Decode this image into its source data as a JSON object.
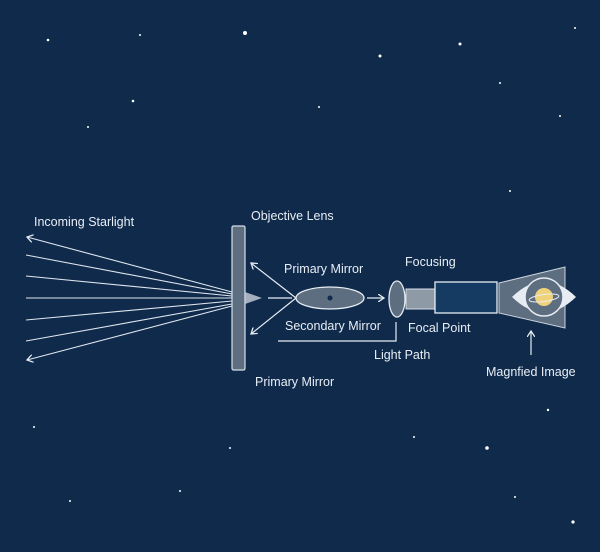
{
  "colors": {
    "background": "#0f2a4b",
    "line": "#e6ecf2",
    "lens": "#5d6e80",
    "tube_blue": "#163b63",
    "planet": "#f0d27a"
  },
  "labels": {
    "incoming_starlight": "Incoming Starlight",
    "objective_lens": "Objective Lens",
    "primary_mirror_top": "Primary Mirror",
    "secondary_mirror": "Secondary Mirror",
    "primary_mirror_bottom": "Primary Mirror",
    "focusing": "Focusing",
    "focal_point": "Focal Point",
    "light_path": "Light Path",
    "magnified_image": "Magnfied Image"
  }
}
